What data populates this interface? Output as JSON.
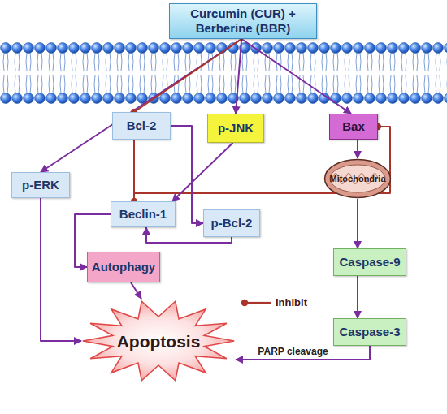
{
  "diagram": {
    "nodes": [
      {
        "text": [
          "Curcumin (CUR) + Berberine (BBR)"
        ]
      },
      {
        "text": [
          "Bcl-2"
        ]
      },
      {
        "text": [
          "p-JNK"
        ]
      },
      {
        "text": [
          "Bax"
        ]
      },
      {
        "text": [
          "p-ERK"
        ]
      },
      {
        "text": [
          "Beclin-1"
        ]
      },
      {
        "text": [
          "p-Bcl-2"
        ]
      },
      {
        "text": [
          "Mitochondria"
        ]
      },
      {
        "text": [
          "Autophagy"
        ]
      },
      {
        "text": [
          "Caspase-9"
        ]
      },
      {
        "text": [
          "Caspase-3"
        ]
      },
      {
        "text": [
          "Apoptosis"
        ]
      }
    ],
    "edges": [
      {
        "from": 0,
        "to": 4,
        "arrow": "to"
      },
      {
        "from": 0,
        "to": 1,
        "arrow": "to"
      },
      {
        "from": 0,
        "to": 2,
        "arrow": "to"
      },
      {
        "from": 0,
        "to": 3,
        "arrow": "to"
      },
      {
        "from": 1,
        "to": 5,
        "arrow": "to"
      },
      {
        "from": 1,
        "to": 3,
        "arrow": "to"
      },
      {
        "from": 1,
        "to": 6,
        "arrow": "to"
      },
      {
        "from": 2,
        "to": 5,
        "arrow": "to"
      },
      {
        "from": 6,
        "to": 5,
        "arrow": "to"
      },
      {
        "from": 5,
        "to": 8,
        "arrow": "to"
      },
      {
        "from": 8,
        "to": 11,
        "arrow": "to"
      },
      {
        "from": 4,
        "to": 11,
        "arrow": "to"
      },
      {
        "from": 3,
        "to": 7,
        "arrow": "to"
      },
      {
        "from": 7,
        "to": 9,
        "arrow": "to"
      },
      {
        "from": 9,
        "to": 10,
        "arrow": "to"
      },
      {
        "from": 10,
        "to": 11,
        "label": "PARP cleavage",
        "arrow": "to"
      }
    ],
    "legend": [
      {
        "text": "Inhibit"
      }
    ]
  }
}
